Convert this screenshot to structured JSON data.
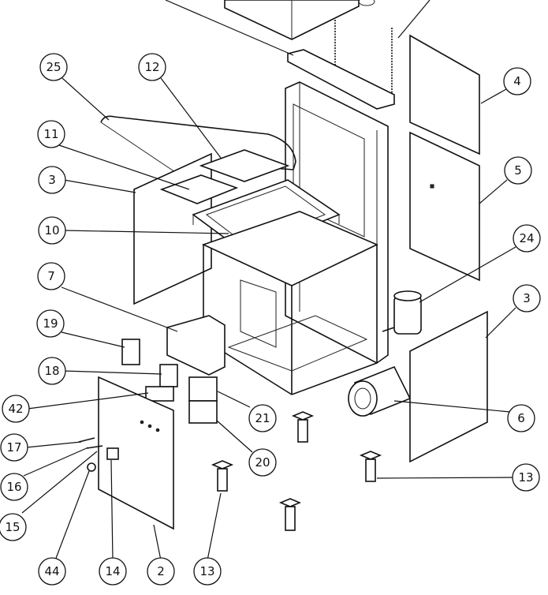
{
  "callouts": [
    {
      "id": "c25",
      "label": "25"
    },
    {
      "id": "c12",
      "label": "12"
    },
    {
      "id": "c11",
      "label": "11"
    },
    {
      "id": "c3a",
      "label": "3"
    },
    {
      "id": "c10",
      "label": "10"
    },
    {
      "id": "c7",
      "label": "7"
    },
    {
      "id": "c19",
      "label": "19"
    },
    {
      "id": "c18",
      "label": "18"
    },
    {
      "id": "c42",
      "label": "42"
    },
    {
      "id": "c17",
      "label": "17"
    },
    {
      "id": "c16",
      "label": "16"
    },
    {
      "id": "c15",
      "label": "15"
    },
    {
      "id": "c44",
      "label": "44"
    },
    {
      "id": "c14",
      "label": "14"
    },
    {
      "id": "c2",
      "label": "2"
    },
    {
      "id": "c13a",
      "label": "13"
    },
    {
      "id": "c20",
      "label": "20"
    },
    {
      "id": "c21",
      "label": "21"
    },
    {
      "id": "c4",
      "label": "4"
    },
    {
      "id": "c5",
      "label": "5"
    },
    {
      "id": "c24",
      "label": "24"
    },
    {
      "id": "c3b",
      "label": "3"
    },
    {
      "id": "c6",
      "label": "6"
    },
    {
      "id": "c13b",
      "label": "13"
    }
  ]
}
